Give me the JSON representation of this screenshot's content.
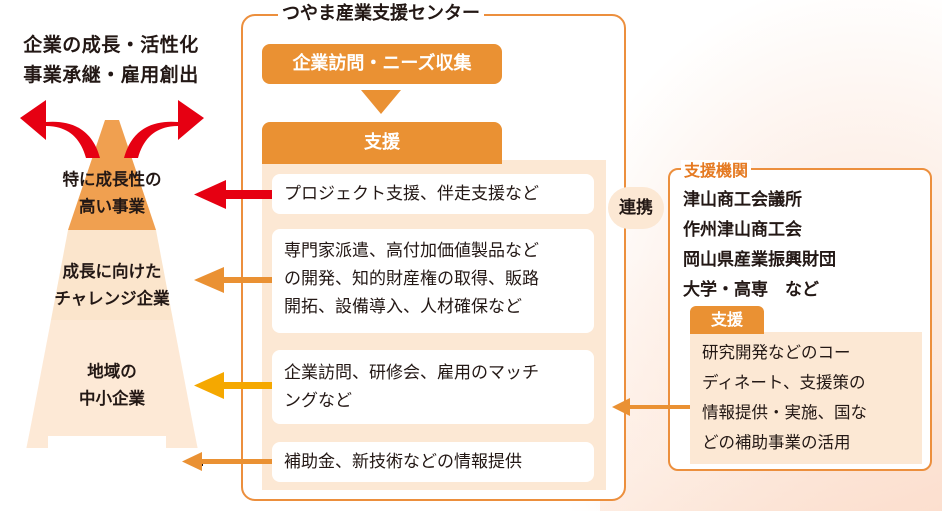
{
  "goal": {
    "line1": "企業の成長・活性化",
    "line2": "事業承継・雇用創出"
  },
  "tiers": [
    {
      "line1": "特に成長性の",
      "line2": "高い事業"
    },
    {
      "line1": "成長に向けた",
      "line2": "チャレンジ企業"
    },
    {
      "line1": "地域の",
      "line2": "中小企業"
    }
  ],
  "center": {
    "title": "つやま産業支援センター",
    "visit_label": "企業訪問・ニーズ収集",
    "support_label": "支援",
    "boxes": [
      {
        "line1": "プロジェクト支援、伴走支援など"
      },
      {
        "line1": "専門家派遣、高付加価値製品など",
        "line2": "の開発、知的財産権の取得、販路",
        "line3": "開拓、設備導入、人材確保など"
      },
      {
        "line1": "企業訪問、研修会、雇用のマッチ",
        "line2": "ングなど"
      },
      {
        "line1": "補助金、新技術などの情報提供"
      }
    ]
  },
  "link_label": "連携",
  "agencies": {
    "title": "支援機関",
    "items": [
      "津山商工会議所",
      "作州津山商工会",
      "岡山県産業振興財団",
      "大学・高専　など"
    ],
    "support_label": "支援",
    "support_lines": [
      "研究開発などのコー",
      "ディネート、支援策の",
      "情報提供・実施、国な",
      "どの補助事業の活用"
    ]
  },
  "colors": {
    "orange": "#ea9133",
    "light_orange": "#fce8d4",
    "red": "#e60012",
    "yellow": "#f5a800",
    "pyramid_dark": "#f0a050",
    "pyramid_light": "#fbe5cc"
  }
}
